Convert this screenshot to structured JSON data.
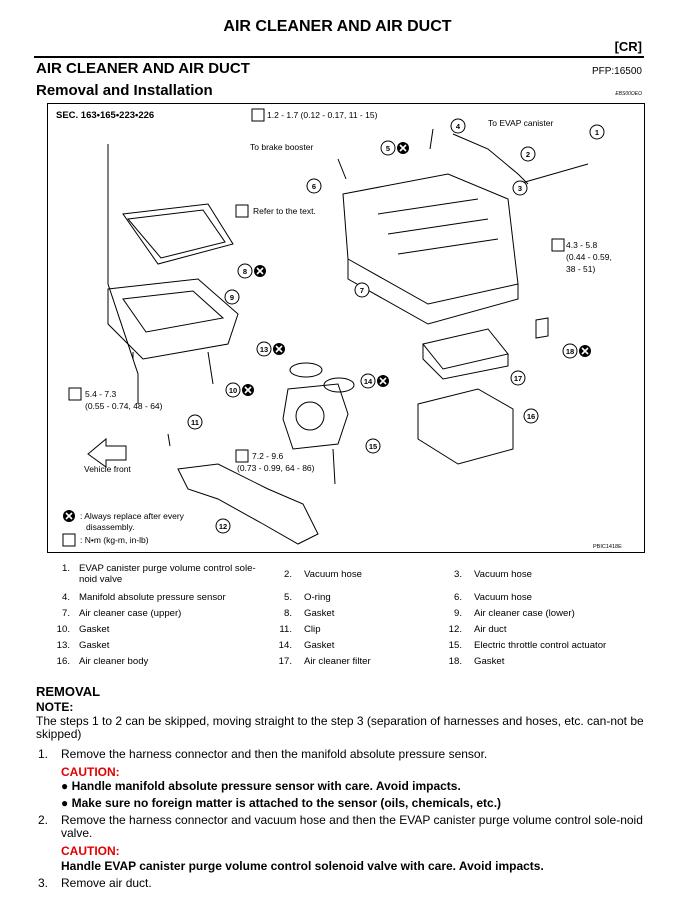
{
  "header": {
    "page_title": "AIR CLEANER AND AIR DUCT",
    "section_tag": "[CR]",
    "section_title": "AIR CLEANER AND AIR DUCT",
    "pfp": "PFP:16500",
    "subsection_title": "Removal and Installation",
    "ref_code": "EBS00OEO"
  },
  "diagram": {
    "sec_label": "SEC. 163•165•223•226",
    "torque_top": "1.2 - 1.7 (0.12 - 0.17, 11 - 15)",
    "to_evap": "To EVAP canister",
    "to_brake": "To brake booster",
    "refer_text": "Refer to the text.",
    "torque_right_1": "4.3 - 5.8",
    "torque_right_2": "(0.44 - 0.59,",
    "torque_right_3": "38 - 51)",
    "torque_left_1": "5.4 - 7.3",
    "torque_left_2": "(0.55 - 0.74, 48 - 64)",
    "torque_mid_1": "7.2 - 9.6",
    "torque_mid_2": "(0.73 - 0.99, 64 - 86)",
    "vehicle_front": "Vehicle front",
    "legend_replace_1": ": Always replace after every",
    "legend_replace_2": "disassembly.",
    "legend_torque": ": N•m (kg-m, in-lb)",
    "figure_code": "PBIC1418E",
    "callouts": [
      "1",
      "2",
      "3",
      "4",
      "5",
      "6",
      "7",
      "8",
      "9",
      "10",
      "11",
      "12",
      "13",
      "14",
      "15",
      "16",
      "17",
      "18"
    ]
  },
  "parts": [
    [
      {
        "num": "1.",
        "label": "EVAP canister purge volume control sole-\nnoid valve"
      },
      {
        "num": "2.",
        "label": "Vacuum hose"
      },
      {
        "num": "3.",
        "label": "Vacuum hose"
      }
    ],
    [
      {
        "num": "4.",
        "label": "Manifold absolute pressure sensor"
      },
      {
        "num": "5.",
        "label": "O-ring"
      },
      {
        "num": "6.",
        "label": "Vacuum hose"
      }
    ],
    [
      {
        "num": "7.",
        "label": "Air cleaner case (upper)"
      },
      {
        "num": "8.",
        "label": "Gasket"
      },
      {
        "num": "9.",
        "label": "Air cleaner case (lower)"
      }
    ],
    [
      {
        "num": "10.",
        "label": "Gasket"
      },
      {
        "num": "11.",
        "label": "Clip"
      },
      {
        "num": "12.",
        "label": "Air duct"
      }
    ],
    [
      {
        "num": "13.",
        "label": "Gasket"
      },
      {
        "num": "14.",
        "label": "Gasket"
      },
      {
        "num": "15.",
        "label": "Electric throttle control actuator"
      }
    ],
    [
      {
        "num": "16.",
        "label": "Air cleaner body"
      },
      {
        "num": "17.",
        "label": "Air cleaner filter"
      },
      {
        "num": "18.",
        "label": "Gasket"
      }
    ]
  ],
  "removal": {
    "heading": "REMOVAL",
    "note_label": "NOTE:",
    "note_text": "The steps 1 to 2  can be skipped, moving straight to the step 3  (separation of harnesses and hoses, etc. can-not be skipped)",
    "steps": [
      {
        "num": "1.",
        "text": "Remove the harness connector and then the manifold absolute pressure sensor."
      },
      {
        "num": "2.",
        "text": "Remove the harness connector and vacuum hose and then the EVAP canister purge volume control sole-noid valve."
      },
      {
        "num": "3.",
        "text": "Remove air duct."
      }
    ],
    "caution_label": "CAUTION:",
    "caution1_bullets": [
      "Handle manifold absolute pressure sensor with care. Avoid impacts.",
      "Make sure no foreign matter is attached to the sensor (oils, chemicals, etc.)"
    ],
    "caution2_text": "Handle EVAP canister purge volume control solenoid valve with care. Avoid impacts."
  },
  "colors": {
    "caution": "#e00000",
    "text": "#000000"
  }
}
